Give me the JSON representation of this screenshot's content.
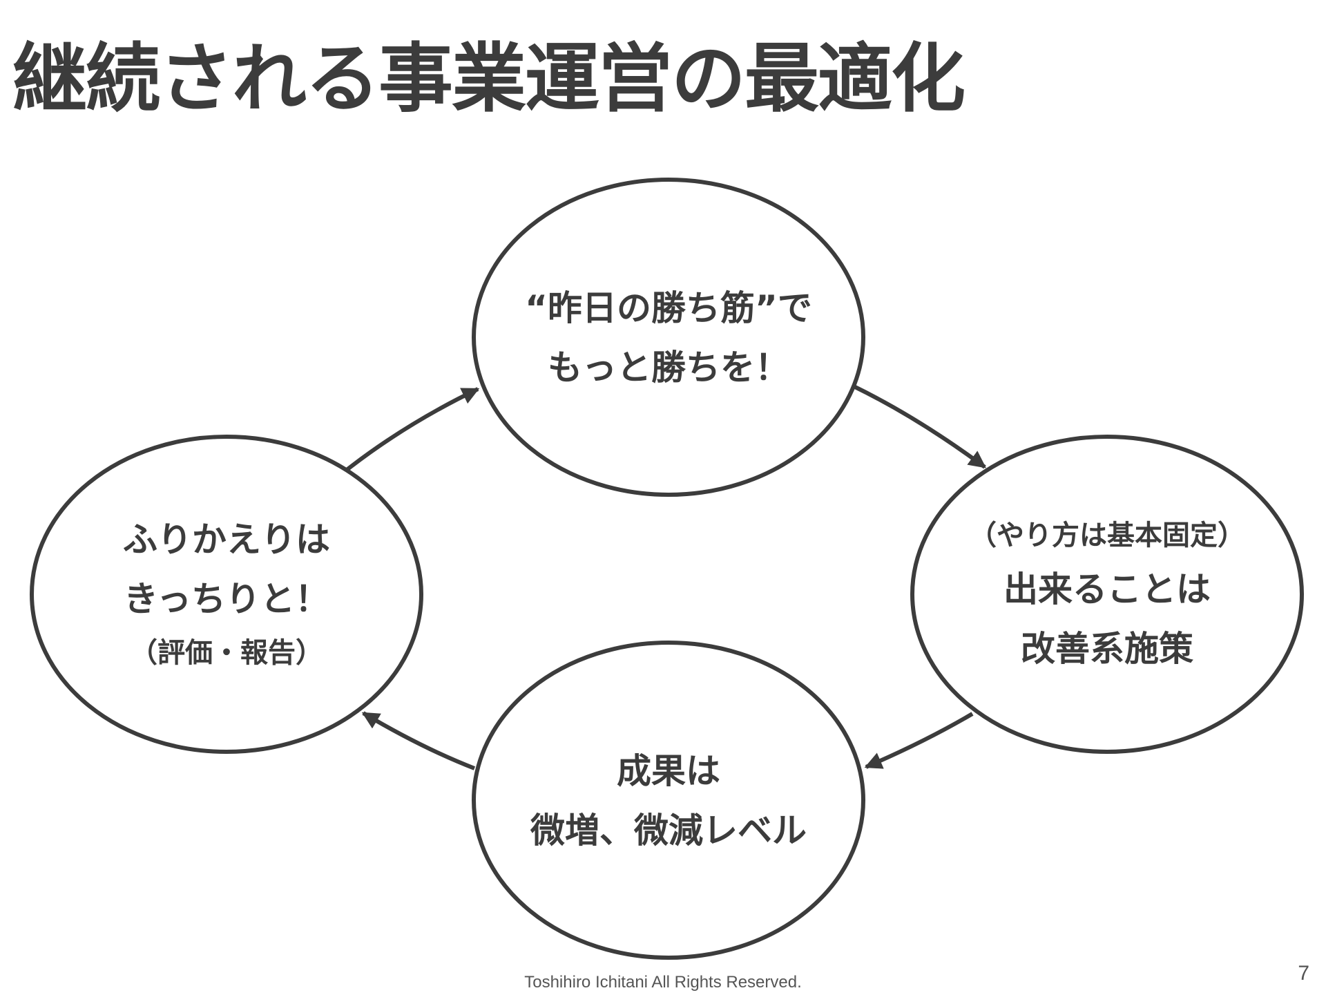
{
  "slide": {
    "title": "継続される事業運営の最適化",
    "footer": "Toshihiro Ichitani All Rights Reserved.",
    "page_number": "7"
  },
  "diagram": {
    "style": {
      "stroke_color": "#3c3c3c",
      "text_color": "#3c3c3c",
      "fill_color": "#ffffff"
    },
    "nodes": {
      "top": {
        "lines": [
          "“昨日の勝ち筋”で",
          "もっと勝ちを！"
        ]
      },
      "right": {
        "note": "（やり方は基本固定）",
        "lines": [
          "出来ることは",
          "改善系施策"
        ]
      },
      "bottom": {
        "lines": [
          "成果は",
          "微増、微減レベル"
        ]
      },
      "left": {
        "lines": [
          "ふりかえりは",
          "きっちりと！"
        ],
        "note": "（評価・報告）"
      }
    },
    "flow": [
      "top",
      "right",
      "bottom",
      "left",
      "top"
    ]
  }
}
